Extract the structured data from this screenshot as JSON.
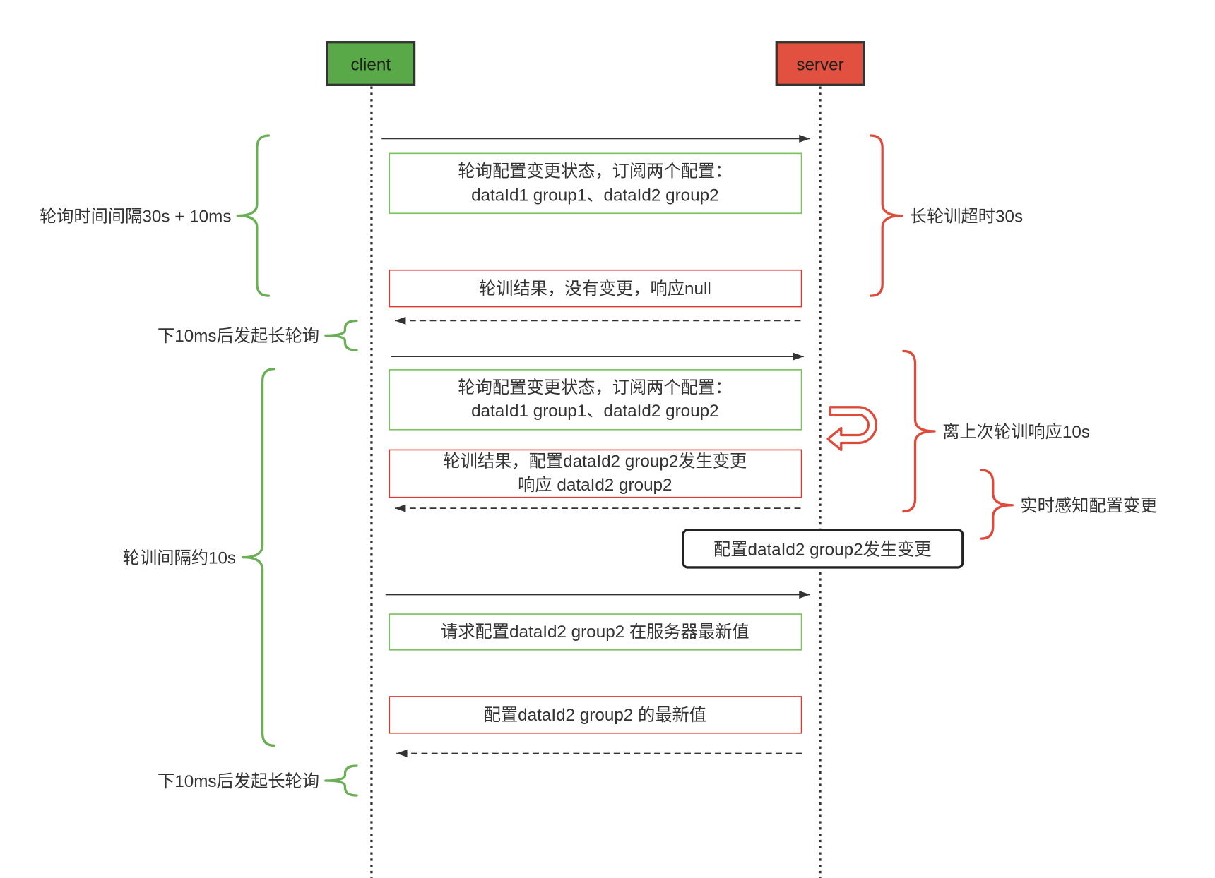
{
  "participants": {
    "client": {
      "label": "client"
    },
    "server": {
      "label": "server"
    }
  },
  "messages": {
    "poll_1": {
      "line1": "轮询配置变更状态，订阅两个配置：",
      "line2": "dataId1 group1、dataId2 group2"
    },
    "result_1": {
      "text": "轮训结果，没有变更，响应null"
    },
    "poll_2": {
      "line1": "轮询配置变更状态，订阅两个配置：",
      "line2": "dataId1 group1、dataId2 group2"
    },
    "result_2": {
      "line1": "轮训结果，配置dataId2 group2发生变更",
      "line2": "响应 dataId2 group2"
    },
    "server_event": {
      "text": "配置dataId2 group2发生变更"
    },
    "fetch_request": {
      "text": "请求配置dataId2 group2 在服务器最新值"
    },
    "fetch_response": {
      "text": "配置dataId2 group2 的最新值"
    }
  },
  "annotations": {
    "client_side": [
      {
        "label": "轮询时间间隔30s + 10ms"
      },
      {
        "label": "下10ms后发起长轮询"
      },
      {
        "label": "轮训间隔约10s"
      },
      {
        "label": "下10ms后发起长轮询"
      }
    ],
    "server_side": [
      {
        "label": "长轮训超时30s"
      },
      {
        "label": "离上次轮训响应10s"
      },
      {
        "label": "实时感知配置变更"
      }
    ]
  },
  "colors": {
    "client": "#5aa948",
    "server": "#e2503f",
    "request_box": "#7cc35f",
    "response_box": "#e0392f",
    "event_box": "#222222",
    "client_brace": "#6aae55",
    "server_brace": "#e04a3a",
    "loop_icon": "#e04a3a"
  }
}
